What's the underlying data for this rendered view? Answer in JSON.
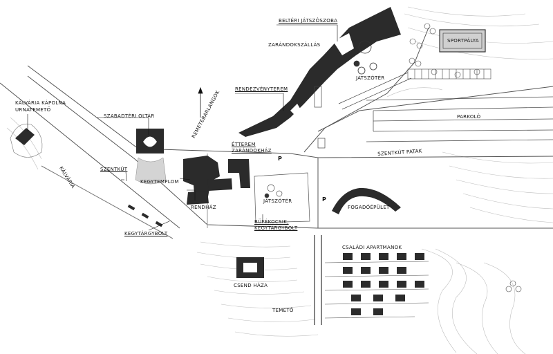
{
  "labels": {
    "belteri_jatszoszoba": "BELTÉRI JÁTSZÓSZOBA",
    "zarandokszallas": "ZARÁNDOKSZÁLLÁS",
    "sportpalya": "SPORTPÁLYA",
    "jatszoter_top": "JÁTSZÓTÉR",
    "rendezvenyterem": "RENDEZVÉNYTEREM",
    "parkolo": "PARKOLÓ",
    "kalvaria_kapolna": "KÁLVÁRIA KÁPOLNA",
    "urnatemeto": "URNATEMETŐ",
    "szabadteri_oltar": "SZABADTÉRI OLTÁR",
    "remetebarlangok": "REMETEBARLANGOK",
    "etterem": "ÉTTEREM",
    "zarandokhaz": "ZARÁNDOKHÁZ",
    "szentkut_patak": "SZENTKÚT PATAK",
    "szentkut": "SZENTKÚT",
    "kalvaria": "KÁLVÁRIA",
    "kegytemplom": "KEGYTEMPLOM",
    "jatszoter_mid": "JÁTSZÓTÉR",
    "fogadoepulet": "FOGADÓÉPÜLET",
    "rendhaz": "RENDHÁZ",
    "bufekocsik": "BÜFÉKOCSIK,",
    "kegytargybolt_mid": "KEGYTÁRGYBOLT",
    "kegytargybolt_left": "KEGYTÁRGYBOLT",
    "csaladi_apartmanok": "CSALÁDI APARTMANOK",
    "csend_haza": "CSEND HÁZA",
    "temeto": "TEMETŐ",
    "parking_p": "P"
  },
  "colors": {
    "ink": "#111111",
    "building": "#2b2b2b",
    "line": "#555555",
    "light": "#9a9a9a",
    "fill_grey": "#d4d4d4"
  }
}
